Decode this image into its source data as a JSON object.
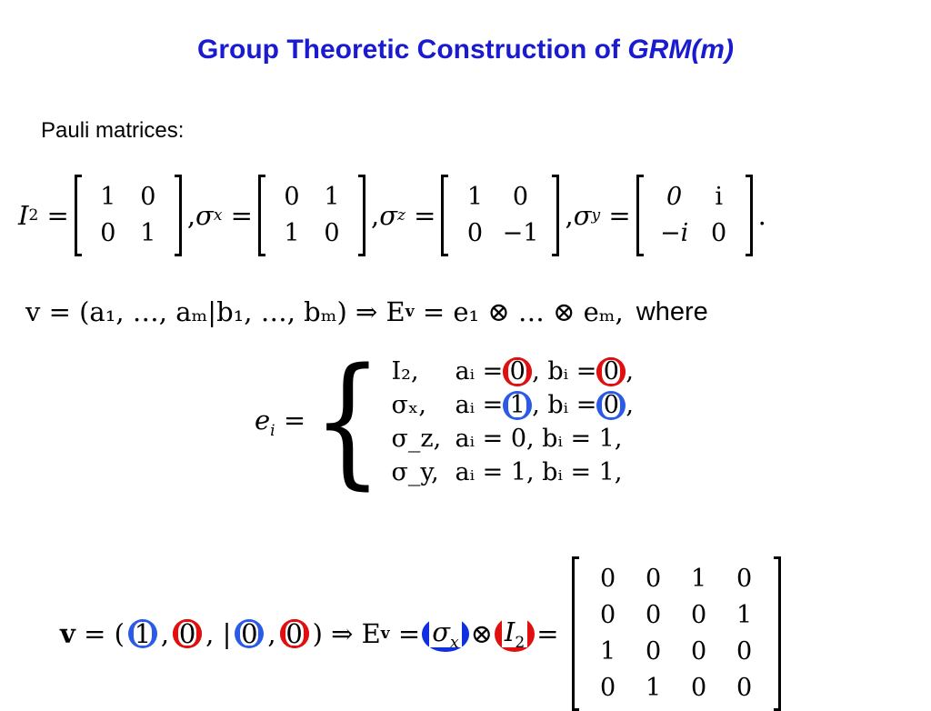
{
  "title": {
    "text": "Group Theoretic Construction of ",
    "italic": "GRM(m)"
  },
  "intro": "Pauli matrices:",
  "pauli": {
    "I2": [
      "1",
      "0",
      "0",
      "1"
    ],
    "sx": [
      "0",
      "1",
      "1",
      "0"
    ],
    "sz": [
      "1",
      "0",
      "0",
      "−1"
    ],
    "sy": [
      "0",
      "i",
      "−i",
      "0"
    ]
  },
  "eq_v": {
    "lhs": "v = (a₁, …, aₘ|b₁, …, bₘ) ⇒ E",
    "rhs": "= e₁ ⊗ … ⊗ eₘ,",
    "where": "where"
  },
  "cases": [
    {
      "op": "I₂,",
      "cond": "aᵢ = 0, bᵢ = 0,"
    },
    {
      "op": "σₓ,",
      "cond": "aᵢ = 1, bᵢ = 0,"
    },
    {
      "op": "σ_z,",
      "cond": "aᵢ = 0, bᵢ = 1,"
    },
    {
      "op": "σ_y,",
      "cond": "aᵢ = 1, bᵢ = 1,"
    }
  ],
  "example": {
    "v": [
      "1",
      "0",
      "0",
      "0"
    ]
  },
  "result_matrix": [
    "0",
    "0",
    "1",
    "0",
    "0",
    "0",
    "0",
    "1",
    "1",
    "0",
    "0",
    "0",
    "0",
    "1",
    "0",
    "0"
  ],
  "colors": {
    "title": "#1a1ad0",
    "red": "#e01010",
    "blue": "#2a5ae6"
  }
}
